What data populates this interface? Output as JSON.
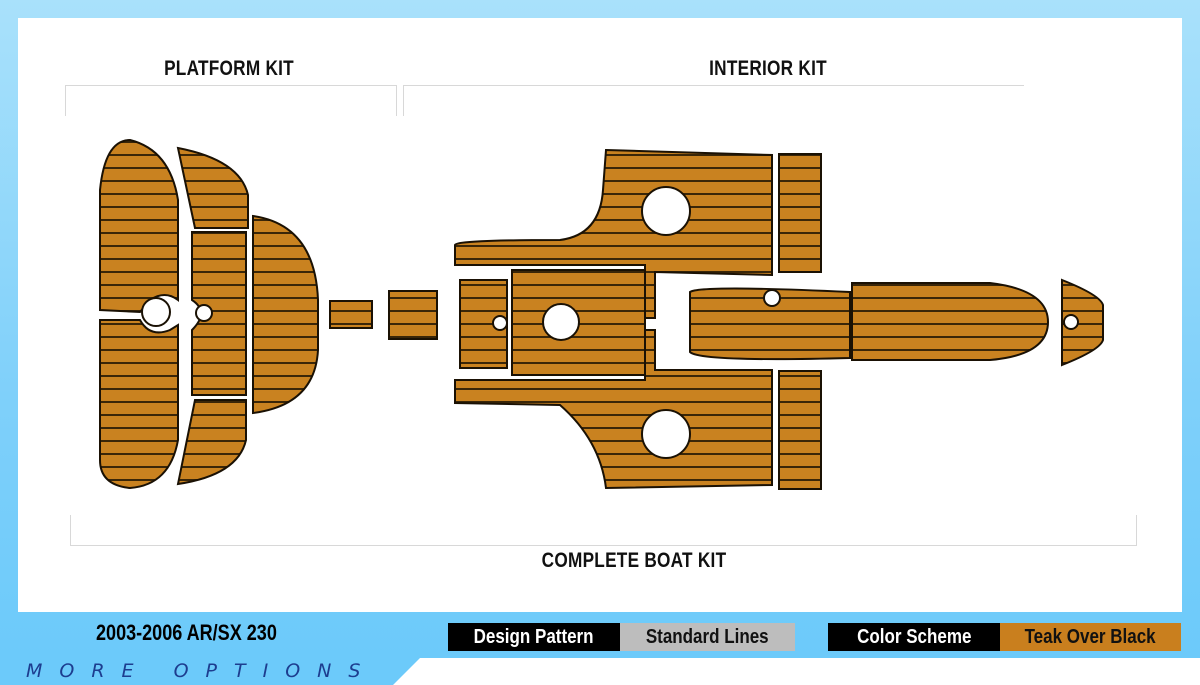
{
  "sections": {
    "platform_kit": "PLATFORM KIT",
    "interior_kit": "INTERIOR KIT",
    "complete_kit": "COMPLETE BOAT KIT"
  },
  "model": "2003-2006 AR/SX 230",
  "more_options": "MORE OPTIONS",
  "design_pattern": {
    "label": "Design Pattern",
    "value": "Standard Lines"
  },
  "color_scheme": {
    "label": "Color Scheme",
    "value": "Teak Over Black"
  },
  "colors": {
    "teak": "#c98220",
    "line": "#3a2608",
    "background": "#6ccafa",
    "label_bg": "#000000",
    "pattern_value_bg": "#bdbdbd"
  }
}
